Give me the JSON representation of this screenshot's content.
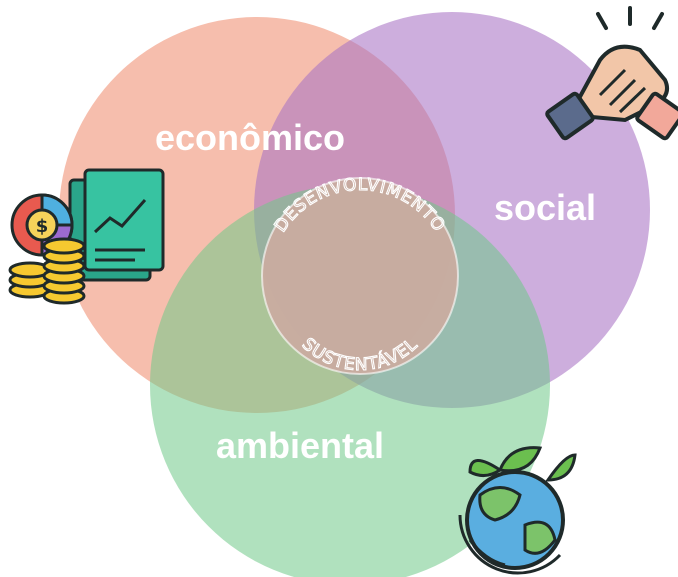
{
  "circles": {
    "economic": {
      "label": "econômico",
      "color": "#f0967a"
    },
    "social": {
      "label": "social",
      "color": "#b07cc8"
    },
    "environmental": {
      "label": "ambiental",
      "color": "#72c98e"
    }
  },
  "center": {
    "top_text": "DESENVOLVIMENTO",
    "bottom_text": "SUSTENTÁVEL",
    "fill_color": "#c9aca0"
  },
  "icons": [
    "money-report-icon",
    "handshake-icon",
    "earth-leaves-icon"
  ]
}
